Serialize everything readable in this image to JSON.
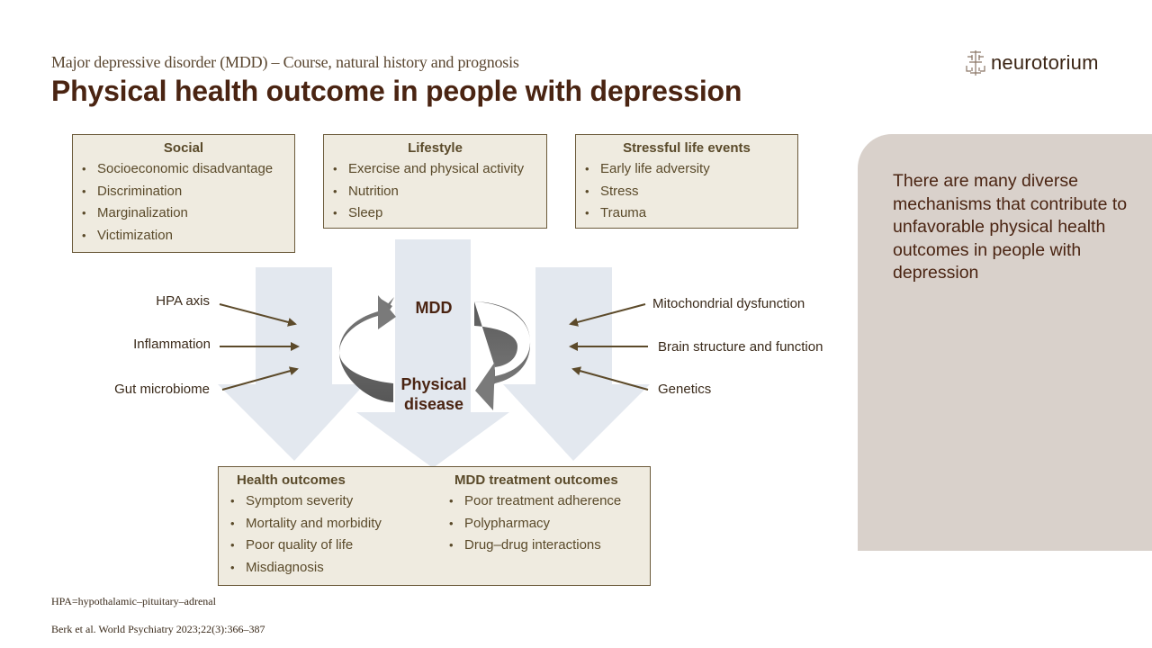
{
  "header": {
    "subtitle": "Major depressive disorder (MDD) – Course, natural history and prognosis",
    "title": "Physical health outcome in people with depression",
    "logo_text": "neurotorium",
    "logo_icon": "brain-tree-icon"
  },
  "top_boxes": [
    {
      "heading": "Social",
      "items": [
        "Socioeconomic disadvantage",
        "Discrimination",
        "Marginalization",
        "Victimization"
      ]
    },
    {
      "heading": "Lifestyle",
      "items": [
        "Exercise and physical activity",
        "Nutrition",
        "Sleep"
      ]
    },
    {
      "heading": "Stressful life events",
      "items": [
        "Early life adversity",
        "Stress",
        "Trauma"
      ]
    }
  ],
  "left_factors": [
    "HPA axis",
    "Inflammation",
    "Gut microbiome"
  ],
  "right_factors": [
    "Mitochondrial dysfunction",
    "Brain structure and function",
    "Genetics"
  ],
  "cycle": {
    "top": "MDD",
    "bottom_line1": "Physical",
    "bottom_line2": "disease"
  },
  "outcomes": {
    "health": {
      "heading": "Health outcomes",
      "items": [
        "Symptom severity",
        "Mortality and morbidity",
        "Poor quality of life",
        "Misdiagnosis"
      ]
    },
    "treatment": {
      "heading": "MDD treatment outcomes",
      "items": [
        "Poor treatment adherence",
        "Polypharmacy",
        "Drug–drug interactions"
      ]
    }
  },
  "side_note": "There are many diverse mechanisms that contribute to unfavorable physical health outcomes in people with depression",
  "footnotes": {
    "abbreviation": "HPA=hypothalamic–pituitary–adrenal",
    "reference": "Berk et al. World Psychiatry 2023;22(3):366–387"
  },
  "colors": {
    "title": "#4a2412",
    "box_fill": "#efebe0",
    "box_border": "#6b5a3a",
    "big_arrow": "#e3e8ef",
    "cycle_arrow": "#6a6a6a",
    "pointer_arrow": "#5c4a2a",
    "note_panel": "#d9d1cb"
  }
}
